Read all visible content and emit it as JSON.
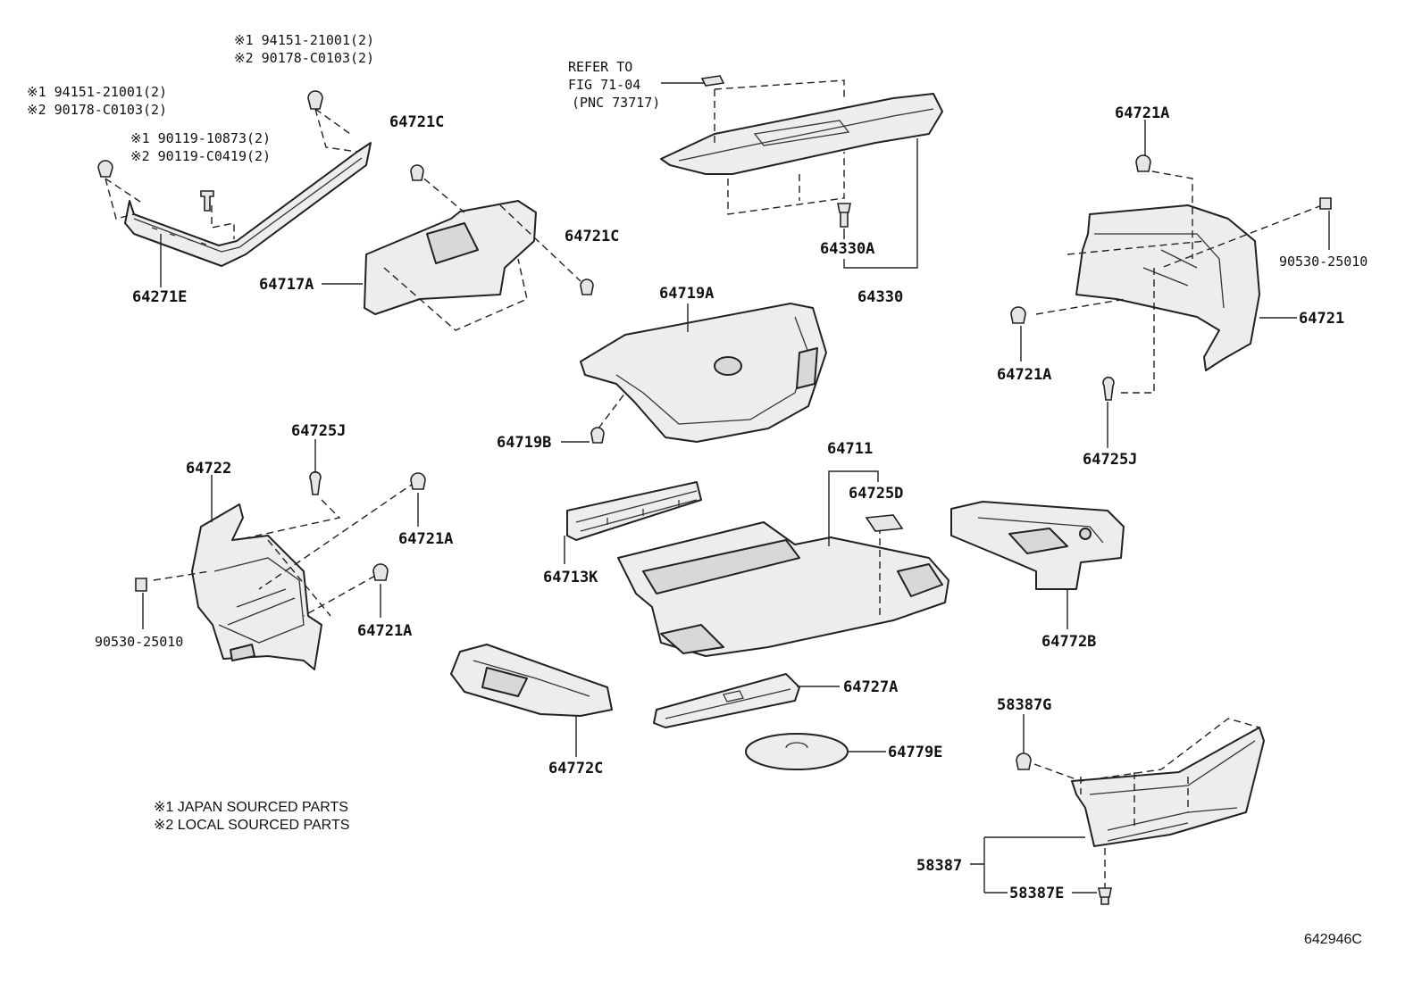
{
  "labels": {
    "p64271E": "64271E",
    "p64717A": "64717A",
    "p64721C_top": "64721C",
    "p64721C_right": "64721C",
    "p64330A": "64330A",
    "p64330": "64330",
    "p64719A": "64719A",
    "p64719B": "64719B",
    "p64721A_tr_top": "64721A",
    "p64721": "64721",
    "p64721A_tr_left": "64721A",
    "p90530_right": "90530-25010",
    "p64725J_right": "64725J",
    "p64722": "64722",
    "p64725J_left": "64725J",
    "p64721A_left_1": "64721A",
    "p64721A_left_2": "64721A",
    "p90530_left": "90530-25010",
    "p64711": "64711",
    "p64725D": "64725D",
    "p64713K": "64713K",
    "p64772B": "64772B",
    "p64727A": "64727A",
    "p64772C": "64772C",
    "p64779E": "64779E",
    "p58387G": "58387G",
    "p58387": "58387",
    "p58387E": "58387E"
  },
  "notes": {
    "top_clip_line1": "※1 94151-21001(2)",
    "top_clip_line2": "※2 90178-C0103(2)",
    "left_clip_line1": "※1 94151-21001(2)",
    "left_clip_line2": "※2 90178-C0103(2)",
    "bolt_line1": "※1 90119-10873(2)",
    "bolt_line2": "※2 90119-C0419(2)",
    "refer_line1": "REFER TO",
    "refer_line2": "FIG 71-04",
    "refer_line3": "(PNC 73717)"
  },
  "legend": {
    "line1": "※1 JAPAN SOURCED PARTS",
    "line2": "※2 LOCAL SOURCED PARTS"
  },
  "figure_number": "642946C"
}
